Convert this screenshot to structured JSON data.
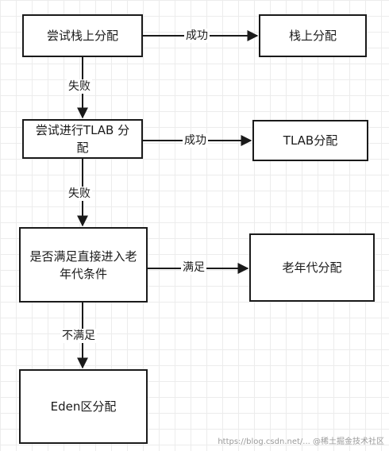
{
  "diagram": {
    "nodes": {
      "stack_try": "尝试栈上分配",
      "stack_alloc": "栈上分配",
      "tlab_try": "尝试进行TLAB 分配",
      "tlab_alloc": "TLAB分配",
      "old_check": "是否满足直接进入老年代条件",
      "old_alloc": "老年代分配",
      "eden_alloc": "Eden区分配"
    },
    "edges": {
      "e1": "成功",
      "e2": "失败",
      "e3": "成功",
      "e4": "失败",
      "e5": "满足",
      "e6": "不满足"
    },
    "watermark": "https://blog.csdn.net/...  @稀土掘金技术社区"
  }
}
